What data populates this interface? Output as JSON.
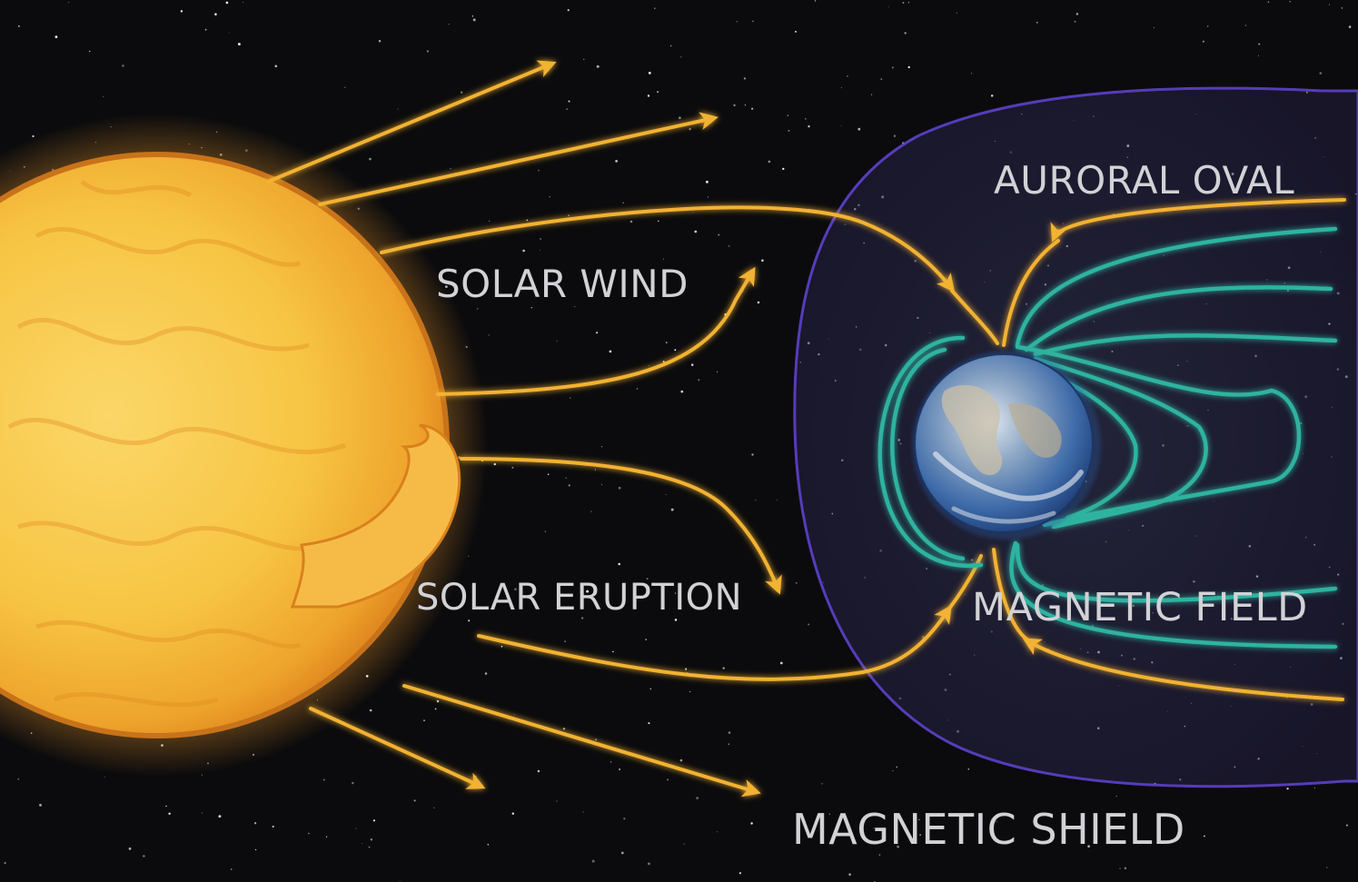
{
  "labels": {
    "auroral_oval": "AURORAL OVAL",
    "solar_wind": "SOLAR WIND",
    "solar_eruption": "SOLAR ERUPTION",
    "magnetic_field": "MAGNETIC FIELD",
    "magnetic_shield": "MAGNETIC SHIELD"
  },
  "colors": {
    "space_background": "#0b0b0d",
    "sun_core": "#f7c544",
    "sun_edge": "#e08a1e",
    "solar_wind_arrows": "#f2b233",
    "magnetic_field_lines": "#2fb3a0",
    "magnetosphere_boundary": "#5b3fc4",
    "earth_ocean": "#3d6aa8",
    "label_text": "#d2d2d6"
  },
  "icons": {
    "sun": "sun-icon",
    "earth": "earth-icon"
  }
}
